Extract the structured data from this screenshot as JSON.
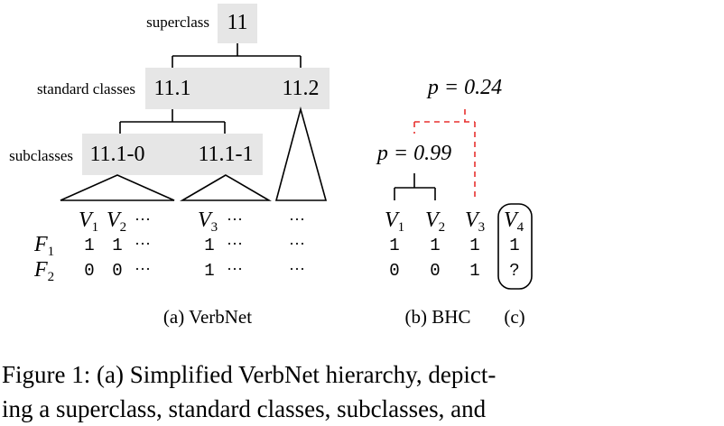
{
  "verbnet": {
    "superclass_label": "superclass",
    "superclass_id": "11",
    "standard_label": "standard classes",
    "standard_1": "11.1",
    "standard_2": "11.2",
    "subclass_label": "subclasses",
    "subclass_1": "11.1-0",
    "subclass_2": "11.1-1",
    "v1": "V",
    "v1_sub": "1",
    "v2": "V",
    "v2_sub": "2",
    "v3": "V",
    "v3_sub": "3",
    "dots": "···",
    "f1": "F",
    "f1_sub": "1",
    "f2": "F",
    "f2_sub": "2",
    "f1_vals": [
      "1",
      "1",
      "1"
    ],
    "f2_vals": [
      "0",
      "0",
      "1"
    ]
  },
  "bhc": {
    "p_top": "p = 0.24",
    "p_bottom": "p = 0.99",
    "v1": "V",
    "v1_sub": "1",
    "v2": "V",
    "v2_sub": "2",
    "v3": "V",
    "v3_sub": "3",
    "f1_vals": [
      "1",
      "1",
      "1"
    ],
    "f2_vals": [
      "0",
      "0",
      "1"
    ]
  },
  "new_verb": {
    "v4": "V",
    "v4_sub": "4",
    "f1_val": "1",
    "f2_val": "?"
  },
  "panel_labels": {
    "a": "(a) VerbNet",
    "b": "(b) BHC",
    "c": "(c)"
  },
  "caption": "Figure 1: (a) Simplified VerbNet hierarchy, depict-",
  "caption_line2": "ing a superclass, standard classes, subclasses, and",
  "colors": {
    "box_fill": "#e6e6e6",
    "dashed_red": "#e8312f"
  }
}
